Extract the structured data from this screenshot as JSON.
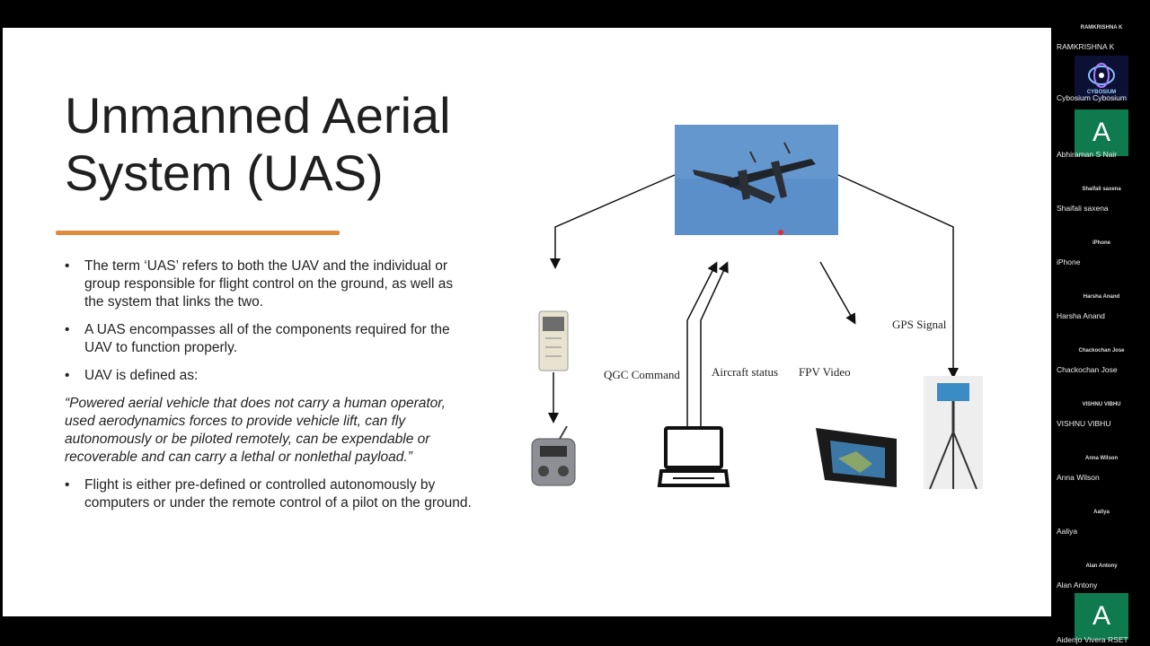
{
  "slide": {
    "title_line1": "Unmanned Aerial",
    "title_line2": "System (UAS)",
    "bullets": [
      "The term ‘UAS’ refers to both the UAV and the individual or group responsible for flight control on the ground, as well as the system that links the two.",
      "A UAS encompasses all of the components required for the UAV to function properly.",
      "UAV is defined as:"
    ],
    "quote": "“Powered aerial vehicle that does not carry a human operator, used aerodynamics forces to provide vehicle lift, can fly autonomously or be piloted remotely, can be expendable or recoverable and can carry a lethal or nonlethal payload.”",
    "bullet_last": "Flight is either pre-defined or controlled autonomously by computers or under the remote control of a pilot on the ground.",
    "bullet_glyph": "•",
    "accent_color": "#e08a3c"
  },
  "diagram": {
    "labels": {
      "qgc": "QGC Command",
      "aircraft": "Aircraft status",
      "fpv": "FPV Video",
      "gps": "GPS Signal"
    }
  },
  "sidebar": {
    "participants": [
      {
        "small": "RAMKRISHNA K",
        "name": "RAMKRISHNA K",
        "tile": "none"
      },
      {
        "small": "",
        "name": "Cybosium Cybosium",
        "tile": "logo",
        "logo_text": "CYBOSIUM"
      },
      {
        "small": "",
        "name": "Abhiraman S Nair",
        "tile": "letter",
        "letter": "A"
      },
      {
        "small": "Shaifali saxena",
        "name": "Shaifali saxena",
        "tile": "none"
      },
      {
        "small": "iPhone",
        "name": "iPhone",
        "tile": "none"
      },
      {
        "small": "Harsha Anand",
        "name": "Harsha Anand",
        "tile": "none"
      },
      {
        "small": "Chackochan Jose",
        "name": "Chackochan Jose",
        "tile": "none"
      },
      {
        "small": "VISHNU VIBHU",
        "name": "VISHNU VIBHU",
        "tile": "none"
      },
      {
        "small": "Anna Wilson",
        "name": "Anna Wilson",
        "tile": "none"
      },
      {
        "small": "Aaliya",
        "name": "Aaliya",
        "tile": "none"
      },
      {
        "small": "Alan Antony",
        "name": "Alan Antony",
        "tile": "none"
      },
      {
        "small": "",
        "name": "Aidenjo Vivera RSET",
        "tile": "letter",
        "letter": "A"
      }
    ]
  }
}
